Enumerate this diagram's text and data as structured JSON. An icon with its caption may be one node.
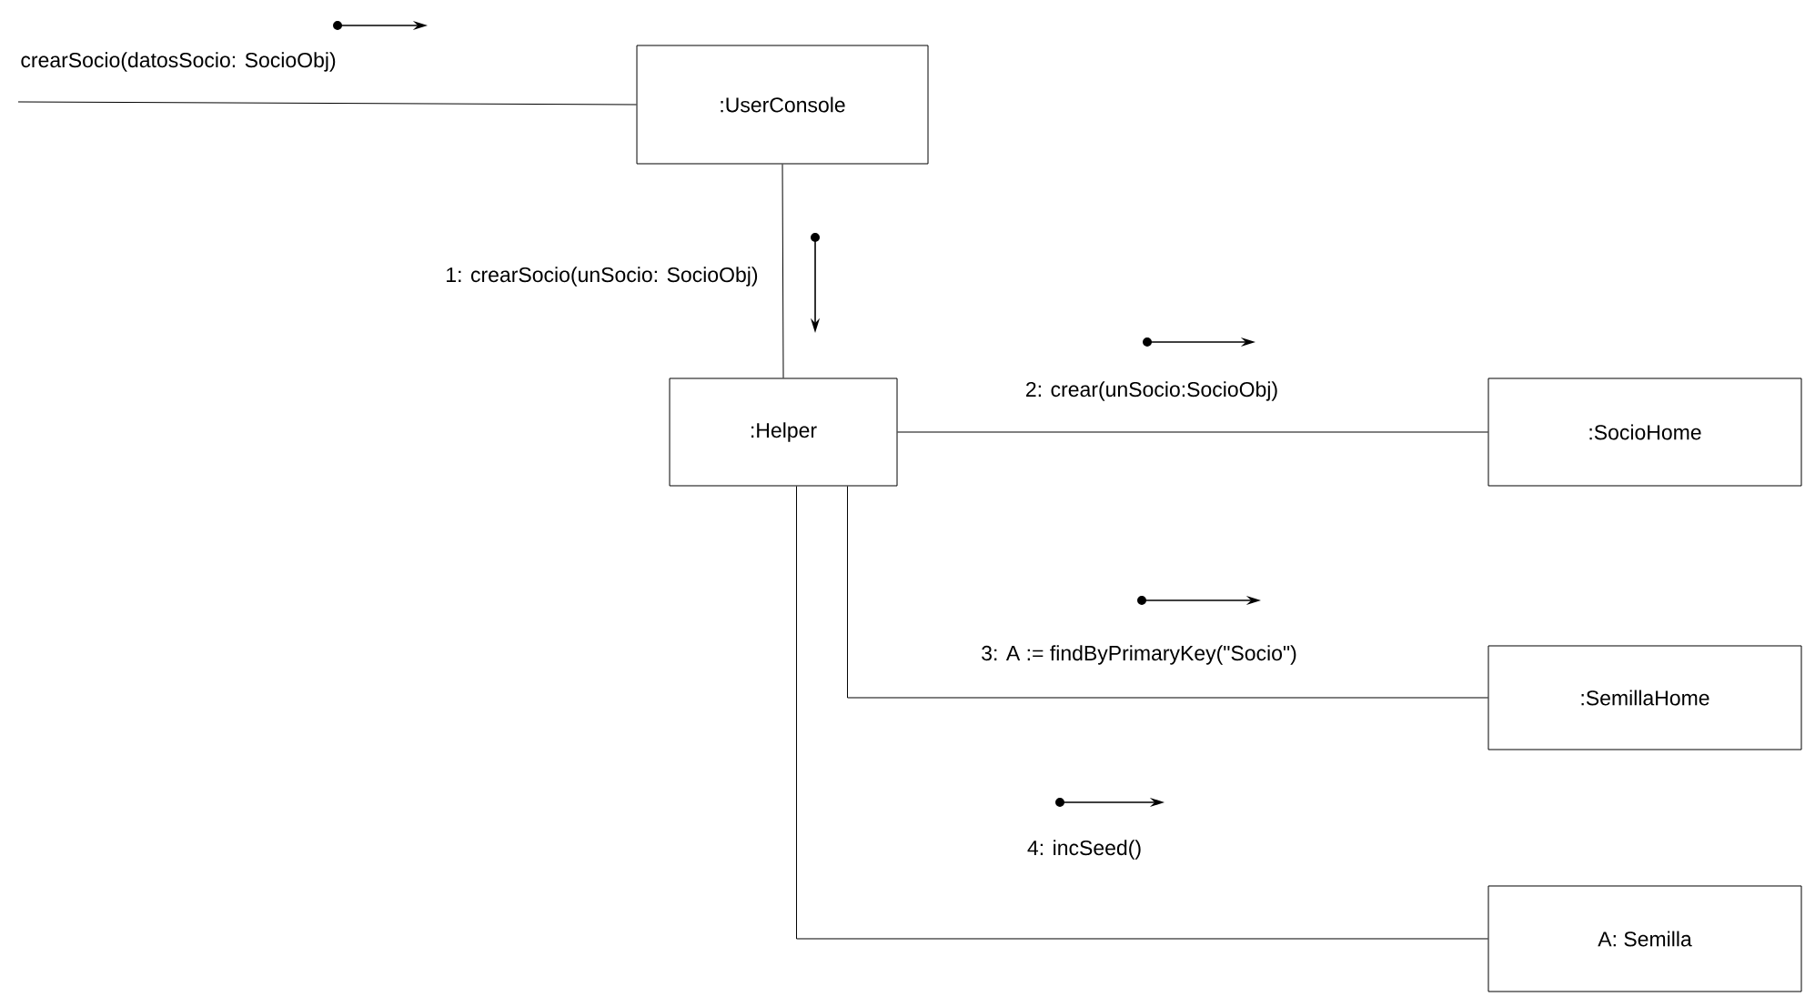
{
  "diagram": {
    "nodes": [
      {
        "text": [
          ":UserConsole"
        ]
      },
      {
        "text": [
          ":Helper"
        ]
      },
      {
        "text": [
          ":SocioHome"
        ]
      },
      {
        "text": [
          ":SemillaHome"
        ]
      },
      {
        "text": [
          "A: Semilla"
        ]
      }
    ],
    "edges": [
      {
        "from": null,
        "to": 0,
        "arrow": "none",
        "label": "crearSocio(datosSocio: SocioObj)"
      },
      {
        "from": 0,
        "to": 1,
        "arrow": "none",
        "label": "1: crearSocio(unSocio: SocioObj)"
      },
      {
        "from": 1,
        "to": 2,
        "arrow": "none",
        "label": "2: crear(unSocio:SocioObj)"
      },
      {
        "from": 1,
        "to": 3,
        "arrow": "none",
        "label": "3: A := findByPrimaryKey(\"Socio\")"
      },
      {
        "from": 1,
        "to": 4,
        "arrow": "none",
        "label": "4: incSeed()"
      }
    ]
  }
}
